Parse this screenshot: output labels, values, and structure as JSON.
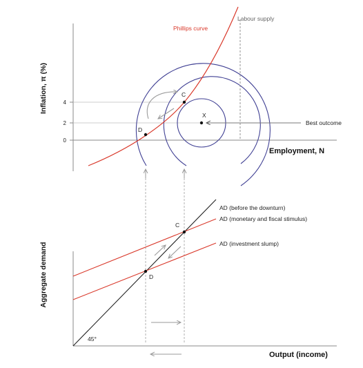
{
  "top": {
    "y_axis_label": "Inflation, π (%)",
    "x_axis_label": "Employment, N",
    "y_ticks": [
      "4",
      "2",
      "0"
    ],
    "phillips_label": "Phillips curve",
    "labour_supply_label": "Labour supply",
    "best_outcome_label": "Best outcome",
    "point_c": "C",
    "point_d": "D",
    "point_x": "X"
  },
  "bottom": {
    "y_axis_label": "Aggregate demand",
    "x_axis_label": "Output (income)",
    "angle_label": "45°",
    "ad_before": "AD (before the downturn)",
    "ad_stimulus": "AD (monetary and fiscal stimulus)",
    "ad_slump": "AD (investment slump)",
    "point_c": "C",
    "point_d": "D"
  },
  "colors": {
    "red": "#d9382a",
    "blue": "#3f3f93",
    "grey": "#9a9a9a",
    "black": "#222222"
  }
}
